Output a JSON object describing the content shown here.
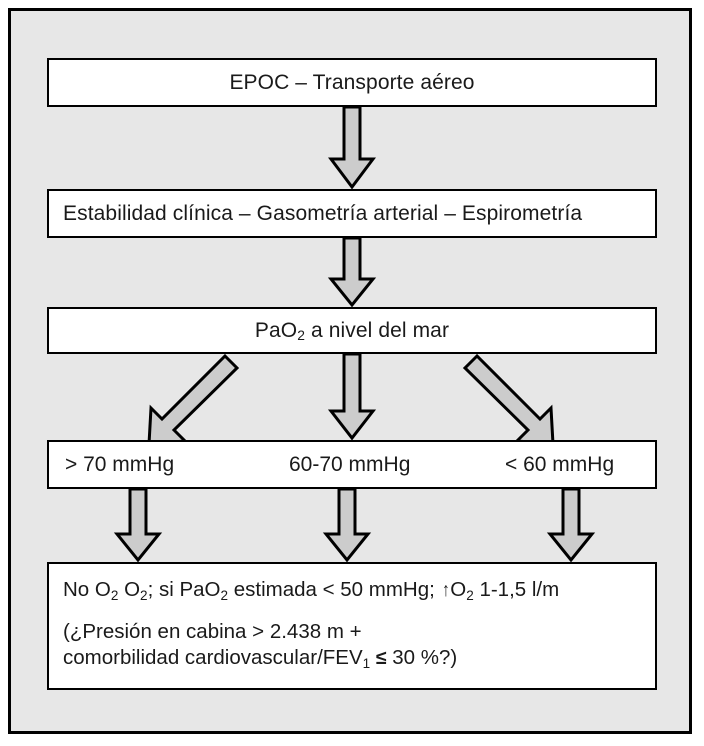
{
  "diagram": {
    "title_box": {
      "id": "epoc",
      "text": "EPOC – Transporte aéreo"
    },
    "assessment_box": {
      "id": "estabilidad",
      "text": "Estabilidad clínica – Gasometría arterial – Espirometría"
    },
    "measure_box": {
      "id": "pao2",
      "text_before": "PaO",
      "subscript": "2",
      "text_after": " a nivel del mar",
      "full_text": "PaO2 a nivel del mar"
    },
    "ranges_box": {
      "id": "ranges",
      "items": [
        {
          "name": "high",
          "label": "> 70 mmHg"
        },
        {
          "name": "mid",
          "label": "60-70 mmHg"
        },
        {
          "name": "low",
          "label": "< 60 mmHg"
        }
      ]
    },
    "outcome_box": {
      "id": "outcome",
      "lines": [
        {
          "name": "oxygen-recommendation",
          "segments": [
            {
              "type": "text",
              "value": "No  O"
            },
            {
              "type": "sub",
              "value": "2"
            },
            {
              "type": "text",
              "value": " O"
            },
            {
              "type": "sub",
              "value": "2"
            },
            {
              "type": "text",
              "value": "; si PaO"
            },
            {
              "type": "sub",
              "value": "2"
            },
            {
              "type": "text",
              "value": " estimada < 50 mmHg; "
            },
            {
              "type": "arrow-up",
              "value": "↑"
            },
            {
              "type": "text",
              "value": "O"
            },
            {
              "type": "sub",
              "value": "2"
            },
            {
              "type": "text",
              "value": " 1-1,5 l/m"
            }
          ],
          "plain": "No  O2 O2; si PaO2 estimada < 50 mmHg; ↑O2 1-1,5 l/m"
        },
        {
          "name": "cabin-pressure-question",
          "segments": [
            {
              "type": "text",
              "value": "(¿Presión en cabina > 2.438 m +"
            }
          ],
          "plain": "(¿Presión en cabina > 2.438 m +"
        },
        {
          "name": "comorbidity-question",
          "segments": [
            {
              "type": "text",
              "value": "comorbilidad cardiovascular/FEV"
            },
            {
              "type": "sub",
              "value": "1"
            },
            {
              "type": "text",
              "value": " "
            },
            {
              "type": "leq",
              "value": "≤"
            },
            {
              "type": "text",
              "value": " 30 %?)"
            }
          ],
          "plain": "comorbilidad cardiovascular/FEV1 ≤ 30 %?)"
        }
      ]
    },
    "connectors": [
      {
        "name": "arrow-epoc-to-estabilidad",
        "direction": "down"
      },
      {
        "name": "arrow-estabilidad-to-pao2",
        "direction": "down"
      },
      {
        "name": "arrow-branch-left",
        "direction": "down-left"
      },
      {
        "name": "arrow-branch-center",
        "direction": "down"
      },
      {
        "name": "arrow-branch-right",
        "direction": "down-right"
      },
      {
        "name": "arrow-range-high-down",
        "direction": "down"
      },
      {
        "name": "arrow-range-mid-down",
        "direction": "down"
      },
      {
        "name": "arrow-range-low-down",
        "direction": "down"
      }
    ]
  },
  "colors": {
    "frame_background": "#e7e7e7",
    "frame_border": "#000000",
    "box_fill": "#ffffff",
    "box_border": "#000000",
    "arrow_fill": "#cccccc",
    "arrow_stroke": "#000000",
    "text": "#1a1a1a"
  }
}
